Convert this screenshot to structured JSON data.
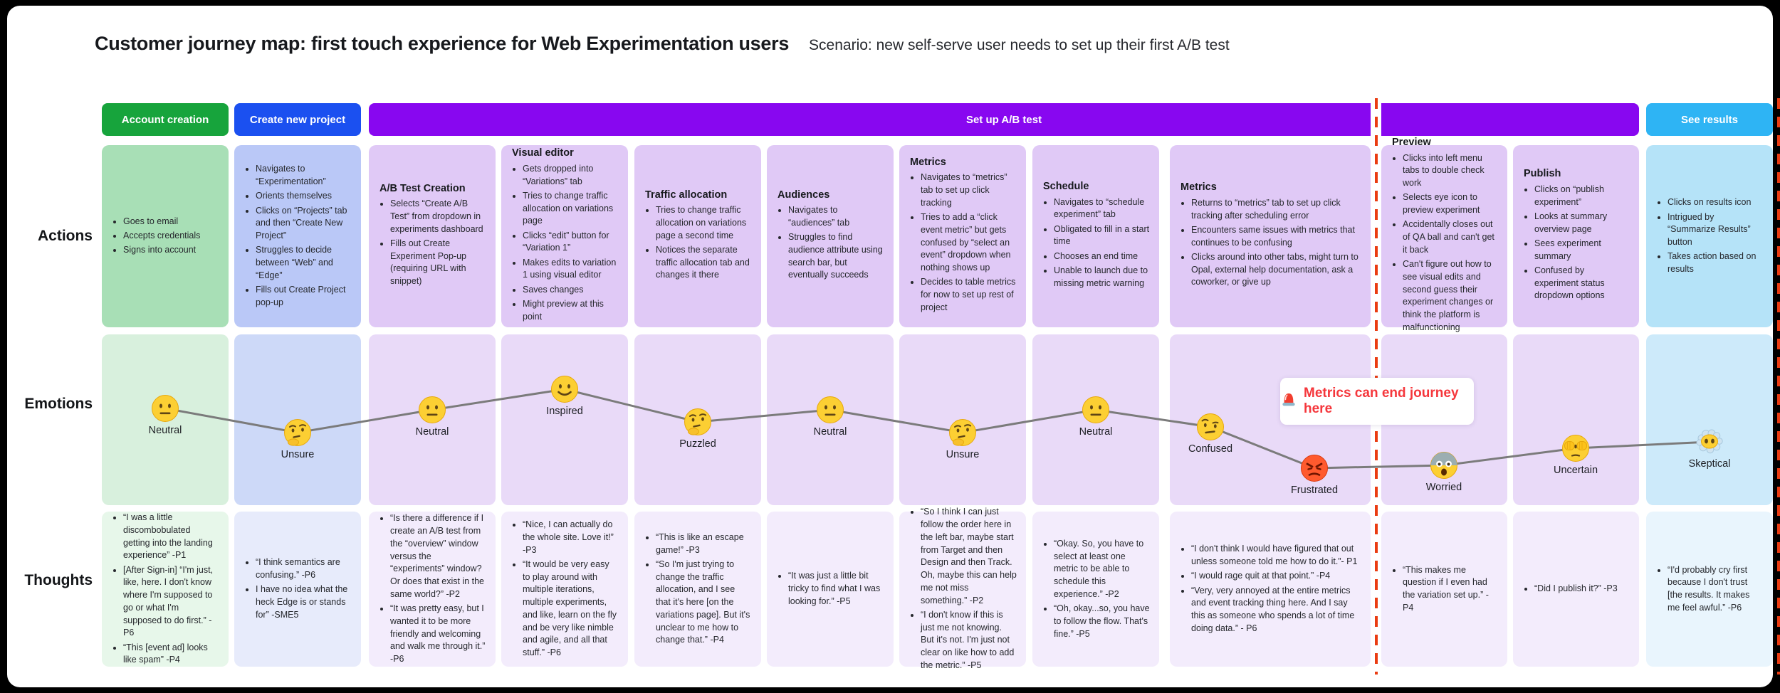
{
  "title": "Customer journey map: first touch experience for Web Experimentation users",
  "scenario": "Scenario: new self-serve user needs to set up their first A/B test",
  "row_labels": [
    "Actions",
    "Emotions",
    "Thoughts"
  ],
  "phases": [
    {
      "label": "Account creation",
      "color": "#17a43c"
    },
    {
      "label": "Create new project",
      "color": "#1b50f0"
    },
    {
      "label": "Set up A/B test",
      "color": "#8807f0"
    },
    {
      "label": "See results",
      "color": "#2eb4f4"
    }
  ],
  "palette": {
    "actions": {
      "green": "#a8dfb6",
      "blue": "#bac8f7",
      "purple": "#e0c9f6",
      "sky": "#b5e3f8"
    },
    "emotions": {
      "green": "#d8f0dd",
      "blue": "#cdd9f8",
      "purple": "#e9daf8",
      "sky": "#cdeafa"
    },
    "thoughts": {
      "green": "#e7f7ea",
      "blue": "#e7ebfb",
      "purple": "#f3ecfc",
      "sky": "#e9f5fd"
    },
    "emotion_line": "#7b7b7b",
    "divider_red": "#ea3c12",
    "callout_red": "#f5373c"
  },
  "callout": {
    "icon": "alarm-icon",
    "text": "Metrics can end journey here"
  },
  "columns": [
    {
      "theme": "green",
      "actions": [
        "Goes to email",
        "Accepts credentials",
        "Signs into account"
      ],
      "thoughts": [
        "“I was a little discombobulated getting into the landing experience” -P1",
        "[After Sign-in] “I'm just, like, here. I don't know where I'm supposed to go or what I'm supposed to do first.” -P6",
        "“This [event ad] looks like spam” -P4"
      ]
    },
    {
      "theme": "blue",
      "actions": [
        "Navigates to “Experimentation”",
        "Orients themselves",
        "Clicks on “Projects” tab and then “Create New Project”",
        "Struggles to decide between “Web” and “Edge”",
        "Fills out Create Project pop-up"
      ],
      "thoughts": [
        "“I think semantics are confusing.” -P6",
        "I have no idea what the heck Edge is or stands for” -SME5"
      ]
    },
    {
      "theme": "purple",
      "actions_title": "A/B Test Creation",
      "actions": [
        "Selects “Create A/B Test” from dropdown in experiments dashboard",
        "Fills out Create Experiment Pop-up (requiring URL with snippet)"
      ],
      "thoughts": [
        "“Is there a difference if I create an A/B test from the “overview” window versus the “experiments” window? Or does that exist in the same world?” -P2",
        "“It was pretty easy, but I wanted it to be more friendly and welcoming and walk me through it.” -P6"
      ]
    },
    {
      "theme": "purple",
      "actions_title": "Visual editor",
      "actions": [
        "Gets dropped into “Variations” tab",
        "Tries to change traffic allocation on variations page",
        "Clicks “edit” button for “Variation 1”",
        "Makes edits to variation 1 using visual editor",
        "Saves changes",
        "Might preview at this point"
      ],
      "thoughts": [
        "“Nice, I can actually do the whole site. Love it!” -P3",
        "“It would be very easy to play around with multiple iterations, multiple experiments, and like, learn on the fly and be very like nimble and agile, and all that stuff.” -P6"
      ]
    },
    {
      "theme": "purple",
      "actions_title": "Traffic allocation",
      "actions": [
        "Tries to change traffic allocation on variations page a second time",
        "Notices the separate traffic allocation tab and changes it there"
      ],
      "thoughts": [
        "“This is like an escape game!” -P3",
        "“So I'm just trying to change the traffic allocation, and I see that it's here [on the variations page]. But it's unclear to me how to change that.” -P4"
      ]
    },
    {
      "theme": "purple",
      "actions_title": "Audiences",
      "actions": [
        "Navigates to “audiences” tab",
        "Struggles to find audience attribute using search bar, but eventually succeeds"
      ],
      "thoughts": [
        "“It was just a little bit tricky to find what I was looking for.” -P5"
      ]
    },
    {
      "theme": "purple",
      "actions_title": "Metrics",
      "actions": [
        "Navigates to “metrics” tab to set up click tracking",
        "Tries to add a “click event metric” but gets confused by “select an event” dropdown when nothing shows up",
        "Decides to table metrics for now to set up rest of project"
      ],
      "thoughts": [
        "“So I think I can just follow the order here in the left bar, maybe start from Target and then Design and then Track. Oh, maybe this can help me not miss something.” -P2",
        "“I don't know if this is just me not knowing. But it's not. I'm just not clear on like how to add the metric.” -P5"
      ]
    },
    {
      "theme": "purple",
      "actions_title": "Schedule",
      "actions": [
        "Navigates to “schedule experiment” tab",
        "Obligated to fill in a start time",
        "Chooses an end time",
        "Unable to launch due to missing metric warning"
      ],
      "thoughts": [
        "“Okay. So, you have to select at least one metric to be able to schedule this experience.” -P2",
        "“Oh, okay...so, you have to follow the flow. That's fine.” -P5"
      ]
    },
    {
      "theme": "purple",
      "actions_title": "Metrics",
      "actions": [
        "Returns to “metrics” tab to set up click tracking after scheduling error",
        "Encounters same issues with metrics that continues to be confusing",
        "Clicks around into other tabs, might turn to Opal, external help documentation, ask a coworker, or give up"
      ],
      "thoughts": [
        "“I don't think I would have figured that out unless someone told me how to do it.”- P1",
        "“I would rage quit at that point.” -P4",
        "“Very, very annoyed at the entire metrics and event tracking thing here. And I say this as someone who spends a lot of time doing data.” - P6"
      ]
    },
    {
      "theme": "purple",
      "actions_title": "Preview",
      "actions": [
        "Clicks into left menu tabs to double check work",
        "Selects eye icon to preview experiment",
        "Accidentally closes out of QA ball and can't get it back",
        "Can't figure out how to see visual edits and second guess their experiment changes or think the platform is malfunctioning"
      ],
      "thoughts": [
        "“This makes me question if I even had the variation set up.” -P4"
      ]
    },
    {
      "theme": "purple",
      "actions_title": "Publish",
      "actions": [
        "Clicks on “publish experiment”",
        "Looks at summary overview page",
        "Sees experiment summary",
        "Confused by experiment status dropdown options"
      ],
      "thoughts": [
        "“Did I publish it?” -P3"
      ]
    },
    {
      "theme": "sky",
      "actions": [
        "Clicks on results icon",
        "Intrigued by “Summarize Results” button",
        "Takes action based on results"
      ],
      "thoughts": [
        "“I'd probably cry first because I don't trust [the results. It makes me feel awful.” -P6"
      ]
    }
  ],
  "emotions": [
    {
      "label": "Neutral",
      "face": "neutral"
    },
    {
      "label": "Unsure",
      "face": "thinking"
    },
    {
      "label": "Neutral",
      "face": "neutral"
    },
    {
      "label": "Inspired",
      "face": "smile"
    },
    {
      "label": "Puzzled",
      "face": "thinking"
    },
    {
      "label": "Neutral",
      "face": "neutral"
    },
    {
      "label": "Unsure",
      "face": "thinking"
    },
    {
      "label": "Neutral",
      "face": "neutral"
    },
    {
      "label": "Confused",
      "face": "confused"
    },
    {
      "label": "Frustrated",
      "face": "angry"
    },
    {
      "label": "Worried",
      "face": "fear"
    },
    {
      "label": "Uncertain",
      "face": "peek"
    },
    {
      "label": "Skeptical",
      "face": "cloud"
    }
  ]
}
